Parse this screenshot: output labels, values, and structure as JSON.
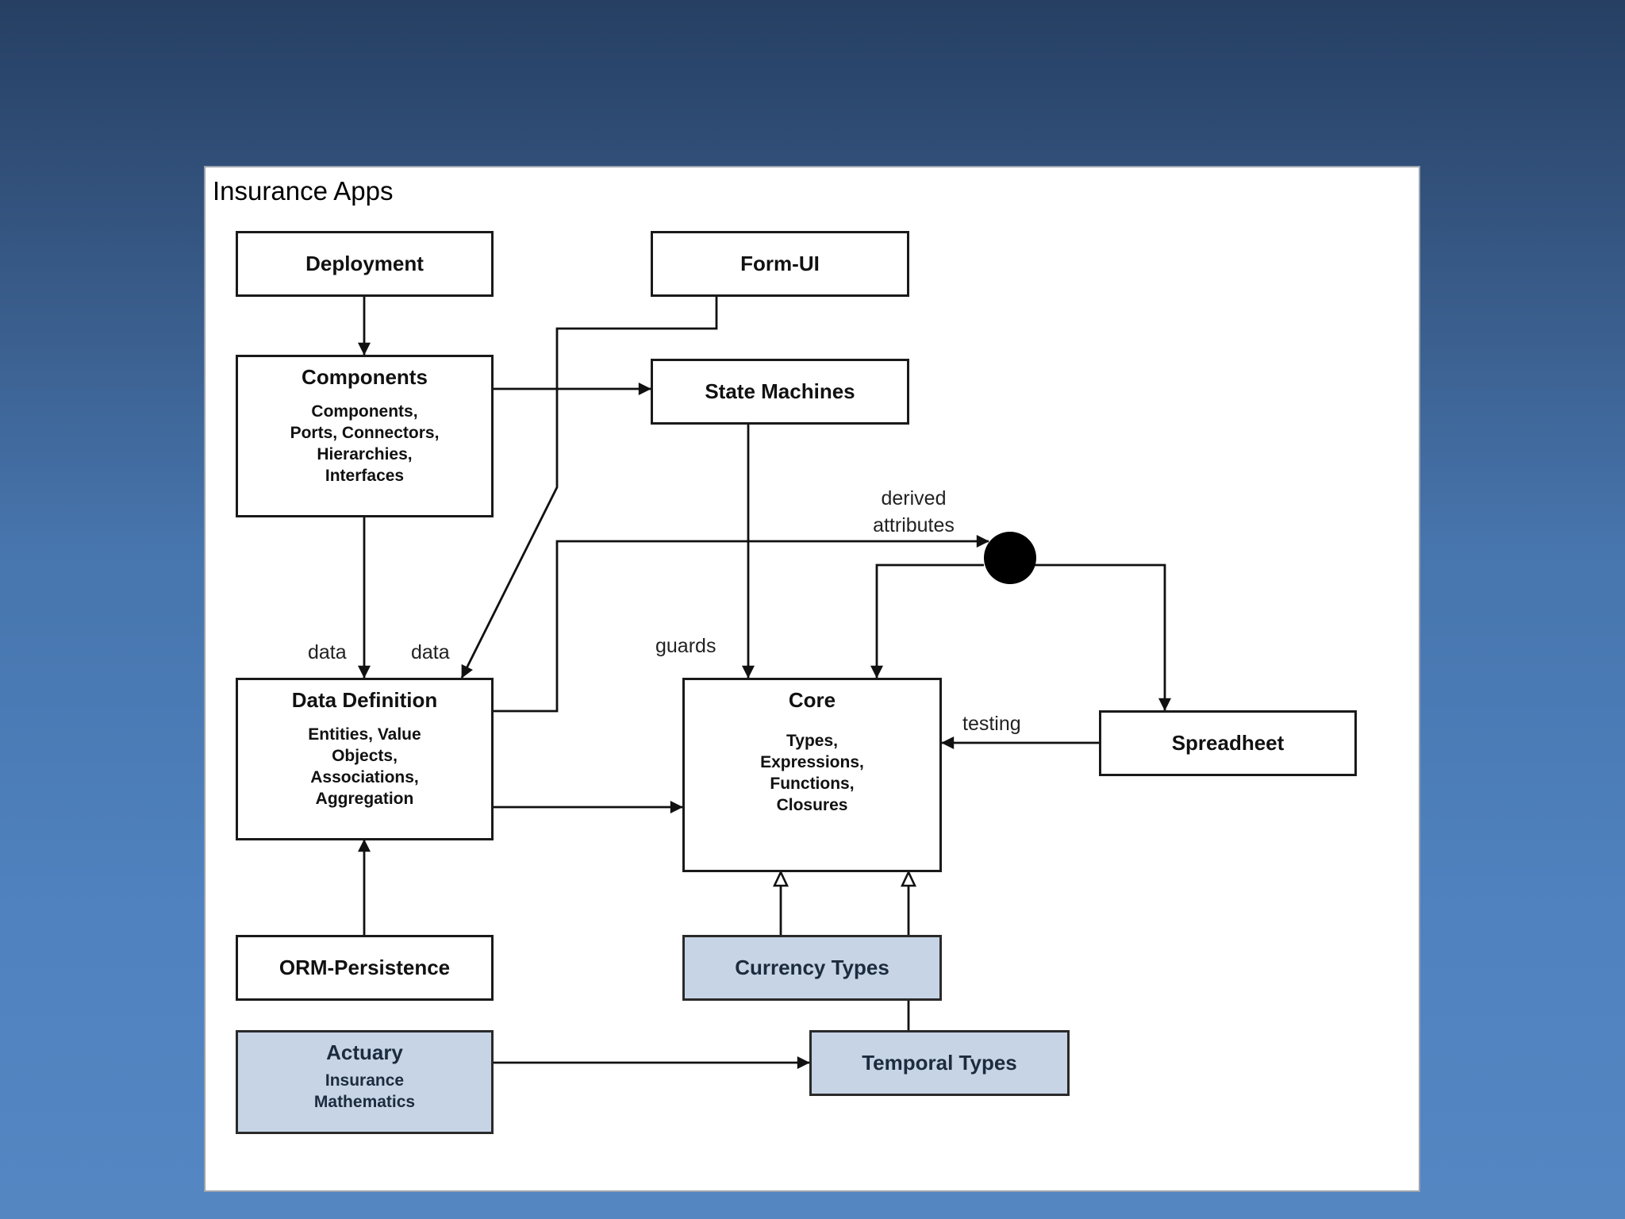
{
  "diagram": {
    "title": "Insurance Apps",
    "boxes": {
      "deployment": {
        "title": "Deployment"
      },
      "form_ui": {
        "title": "Form-UI"
      },
      "components": {
        "title": "Components",
        "subtitle": "Components,\nPorts, Connectors,\nHierarchies,\nInterfaces"
      },
      "state_machines": {
        "title": "State Machines"
      },
      "data_definition": {
        "title": "Data Definition",
        "subtitle": "Entities, Value\nObjects,\nAssociations,\nAggregation"
      },
      "core": {
        "title": "Core",
        "subtitle": "Types,\nExpressions,\nFunctions,\nClosures"
      },
      "spreadheet": {
        "title": "Spreadheet"
      },
      "orm_persistence": {
        "title": "ORM-Persistence"
      },
      "currency_types": {
        "title": "Currency Types"
      },
      "actuary": {
        "title": "Actuary",
        "subtitle": "Insurance\nMathematics"
      },
      "temporal_types": {
        "title": "Temporal Types"
      }
    },
    "labels": {
      "data_left": "data",
      "data_right": "data",
      "guards": "guards",
      "derived_attributes": "derived\nattributes",
      "testing": "testing"
    },
    "colors": {
      "box_border": "#1a1a1a",
      "highlight_box_fill": "#c6d4e6",
      "background_top": "#263f63",
      "background_bottom": "#5486c2"
    }
  }
}
